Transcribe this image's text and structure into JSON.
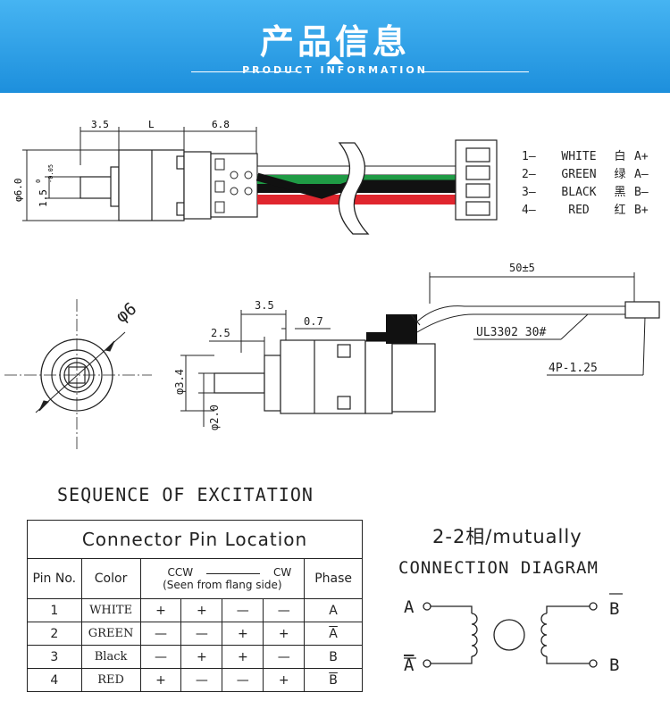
{
  "header": {
    "title": "产品信息",
    "subtitle": "PRODUCT INFORMATION"
  },
  "side_view": {
    "dims": {
      "d1": "3.5",
      "d2": "L",
      "d3": "6.8",
      "dia": "φ6.0",
      "shaft": "1.5",
      "tol_top": "0",
      "tol_bot": "-0.05"
    },
    "wires": [
      {
        "num": "1—",
        "color": "WHITE",
        "cn": "白",
        "phase": "A+"
      },
      {
        "num": "2—",
        "color": "GREEN",
        "cn": "绿",
        "phase": "A—"
      },
      {
        "num": "3—",
        "color": "BLACK",
        "cn": "黑",
        "phase": "B—"
      },
      {
        "num": "4—",
        "color": "RED",
        "cn": "红",
        "phase": "B+"
      }
    ]
  },
  "end_view": {
    "dia": "φ6"
  },
  "detail_view": {
    "d_35": "3.5",
    "d_07": "0.7",
    "d_25": "2.5",
    "d_34": "φ3.4",
    "d_20": "φ2.0",
    "cable_len": "50±5",
    "cable_spec": "UL3302 30#",
    "connector_spec": "4P-1.25"
  },
  "sequence": {
    "title": "SEQUENCE OF EXCITATION",
    "table_title": "Connector Pin Location",
    "headers": {
      "pin": "Pin No.",
      "color": "Color",
      "ccw": "CCW",
      "cw": "CW",
      "seen": "(Seen from flang side)",
      "phase": "Phase"
    },
    "rows": [
      {
        "pin": "1",
        "color": "WHITE",
        "signs": [
          "+",
          "+",
          "—",
          "—"
        ],
        "phase": "A",
        "overline": false
      },
      {
        "pin": "2",
        "color": "GREEN",
        "signs": [
          "—",
          "—",
          "+",
          "+"
        ],
        "phase": "A",
        "overline": true
      },
      {
        "pin": "3",
        "color": "Black",
        "signs": [
          "—",
          "+",
          "+",
          "—"
        ],
        "phase": "B",
        "overline": false
      },
      {
        "pin": "4",
        "color": "RED",
        "signs": [
          "+",
          "—",
          "—",
          "+"
        ],
        "phase": "B",
        "overline": true
      }
    ]
  },
  "connection": {
    "mutually": "2-2相/mutually",
    "title": "CONNECTION DIAGRAM",
    "terminals": {
      "a": "A",
      "a_bar": "A",
      "b_bar": "B",
      "b": "B"
    }
  },
  "colors": {
    "banner": "#2b9fe6",
    "green_wire": "#1f9b45",
    "red_wire": "#e0262e",
    "black_wire": "#111111"
  }
}
